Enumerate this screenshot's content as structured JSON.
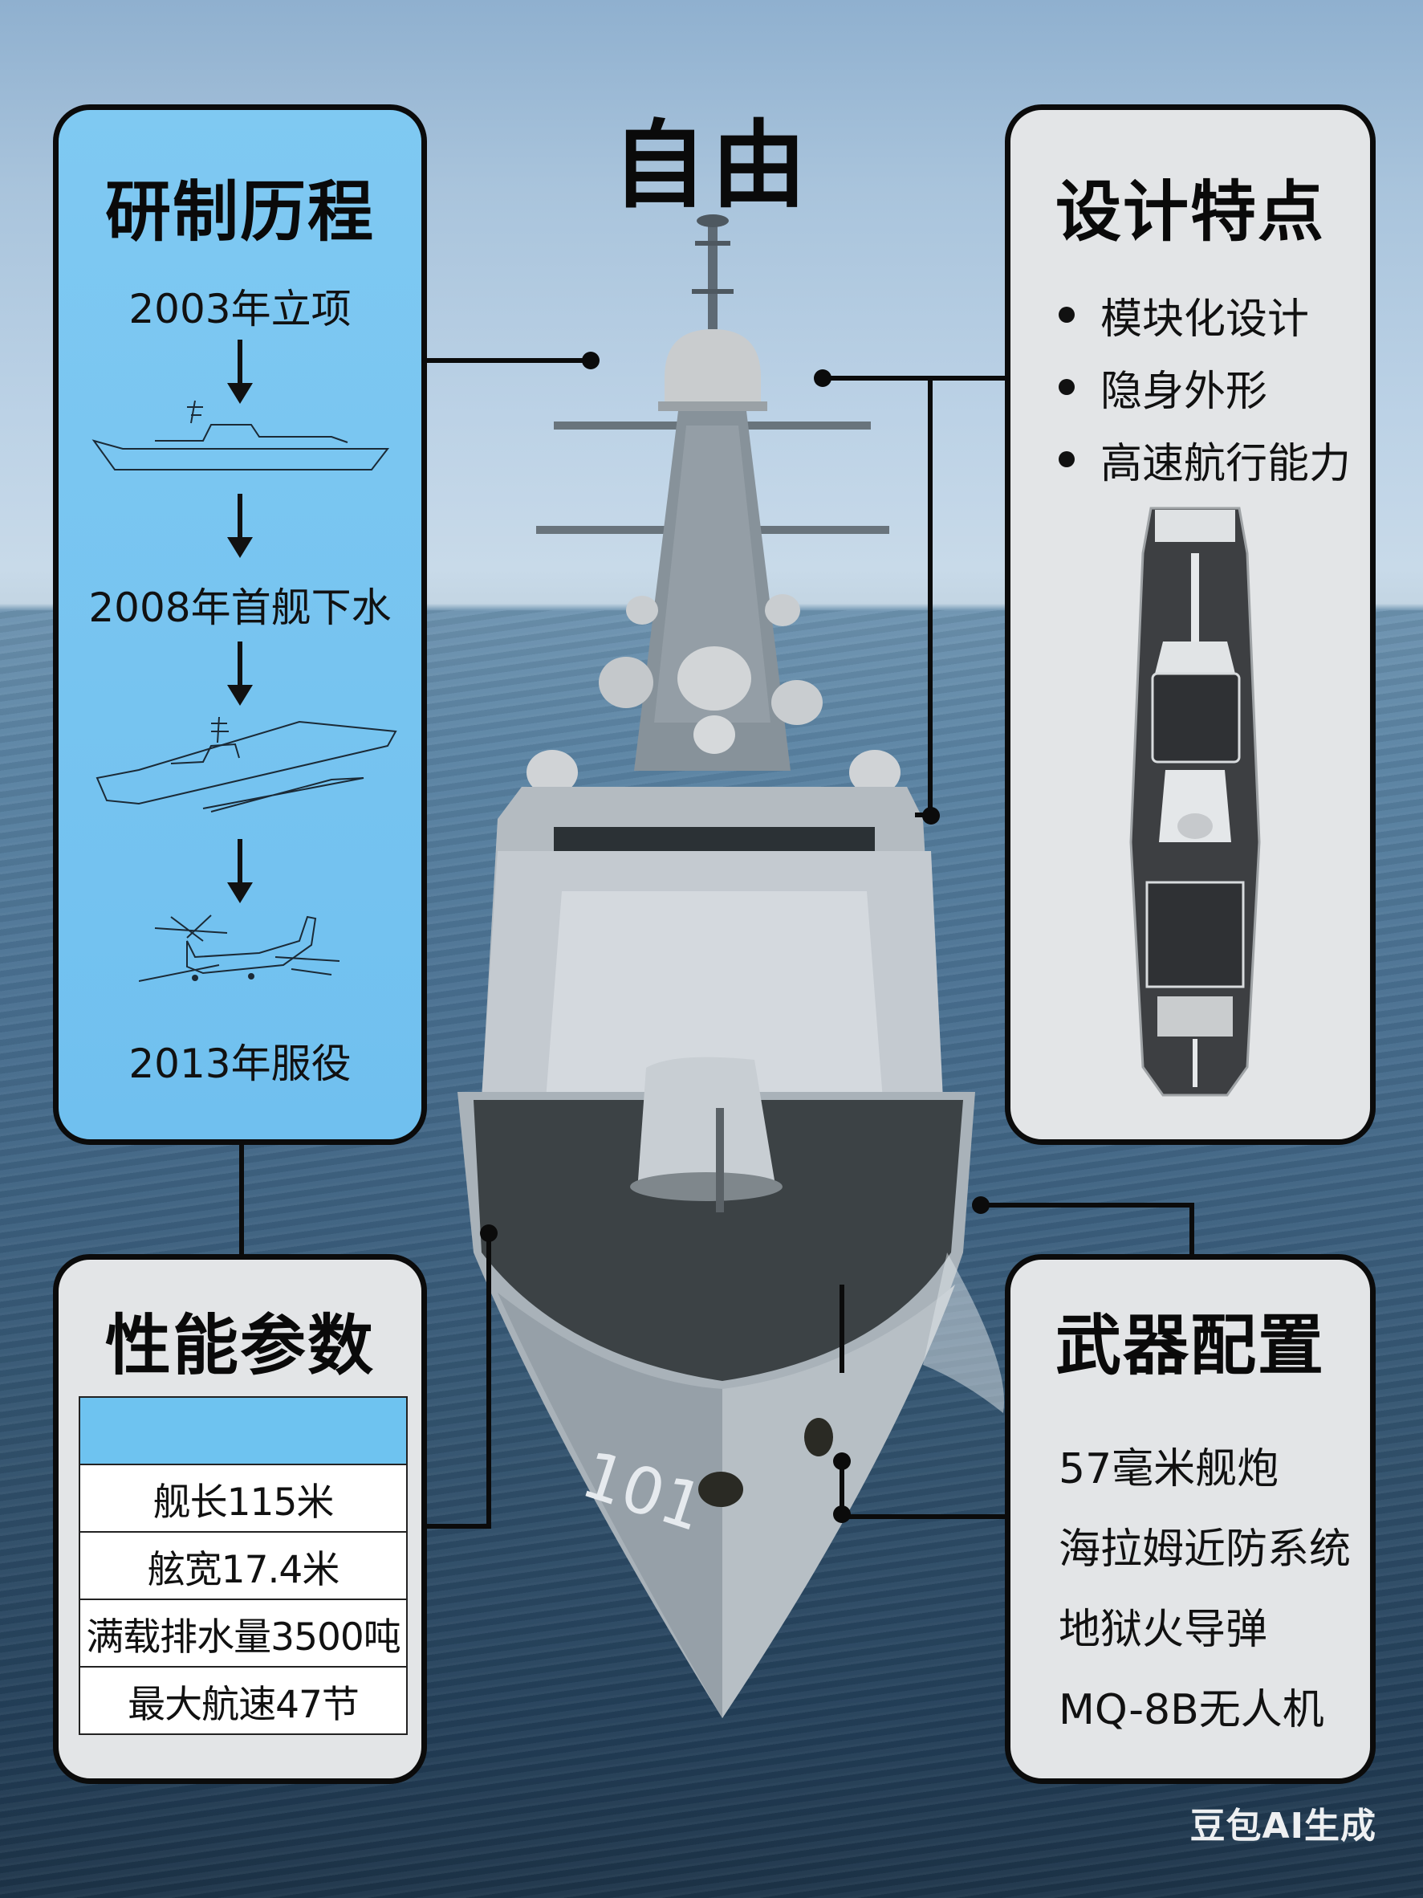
{
  "title": "自由",
  "panels": {
    "history": {
      "title": "研制历程",
      "steps": [
        {
          "label": "2003年立项",
          "illustration": "ship-side-sketch"
        },
        {
          "label": "2008年首舰下水",
          "illustration": "ship-launch-sketch"
        },
        {
          "label": "2013年服役",
          "illustration": "helicopter-drone-sketch"
        }
      ]
    },
    "design": {
      "title": "设计特点",
      "features": [
        "模块化设计",
        "隐身外形",
        "高速航行能力"
      ],
      "illustration": "ship-top-view"
    },
    "performance": {
      "title": "性能参数",
      "table_header": "",
      "rows": [
        "舰长115米",
        "舷宽17.4米",
        "满载排水量3500吨",
        "最大航速47节"
      ]
    },
    "weapons": {
      "title": "武器配置",
      "items": [
        "57毫米舰炮",
        "海拉姆近防系统",
        "地狱火导弹",
        "MQ-8B无人机"
      ]
    }
  },
  "watermark": "豆包AI生成",
  "colors": {
    "panel_blue": "#76c4f0",
    "panel_gray": "#e3e5e7",
    "border": "#0b0b0b",
    "table_header": "#6ec3f0"
  }
}
